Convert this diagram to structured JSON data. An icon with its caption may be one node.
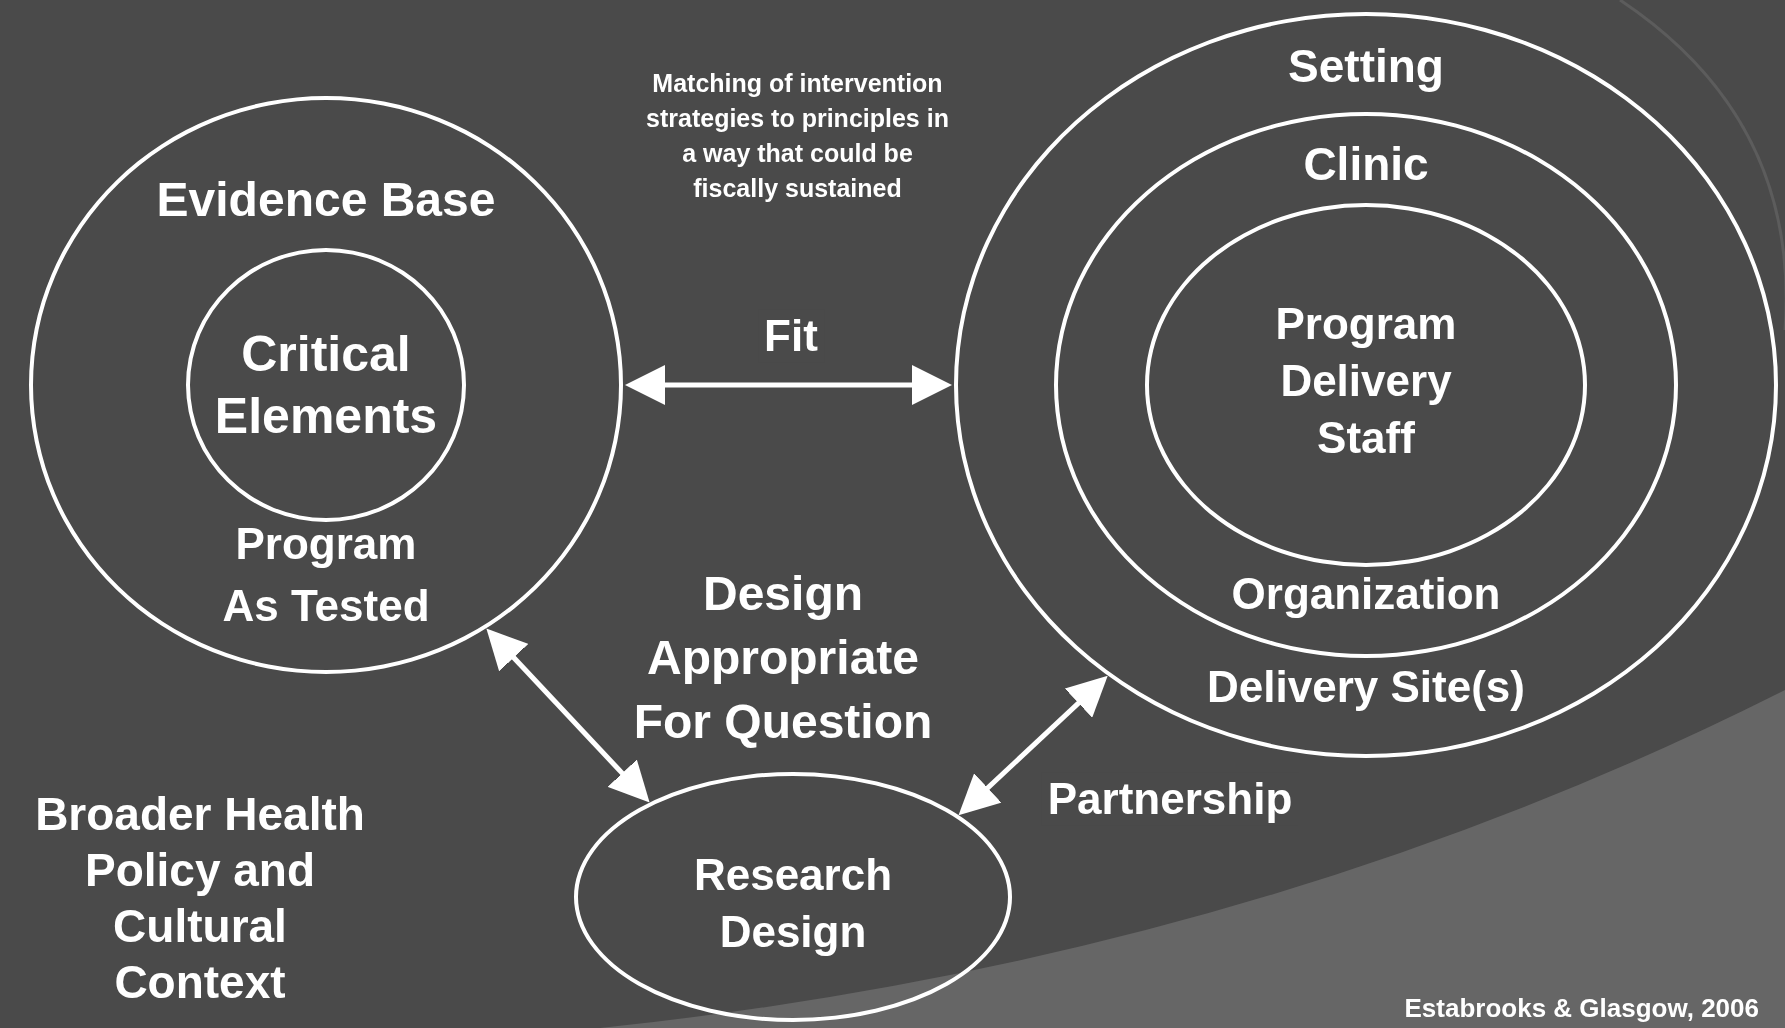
{
  "diagram": {
    "nodes": [
      {
        "text": [
          "Evidence Base",
          "Program As Tested"
        ]
      },
      {
        "text": [
          "Critical Elements"
        ],
        "in": 0
      },
      {
        "text": [
          "Setting",
          "Delivery Site(s)"
        ]
      },
      {
        "text": [
          "Clinic",
          "Organization"
        ],
        "in": 2
      },
      {
        "text": [
          "Program Delivery Staff"
        ],
        "in": 3
      },
      {
        "text": [
          "Research Design"
        ]
      }
    ],
    "edges": [
      {
        "from": 0,
        "to": 2,
        "arrow": "both",
        "label": "Fit"
      },
      {
        "from": 0,
        "to": 5,
        "arrow": "both"
      },
      {
        "from": 5,
        "to": 2,
        "arrow": "both",
        "label": "Partnership"
      }
    ],
    "labels": [
      "Matching of intervention strategies to principles in a way that could be fiscally sustained",
      "Design Appropriate For Question",
      "Broader Health Policy and Cultural Context",
      "Estabrooks & Glasgow, 2006"
    ]
  }
}
